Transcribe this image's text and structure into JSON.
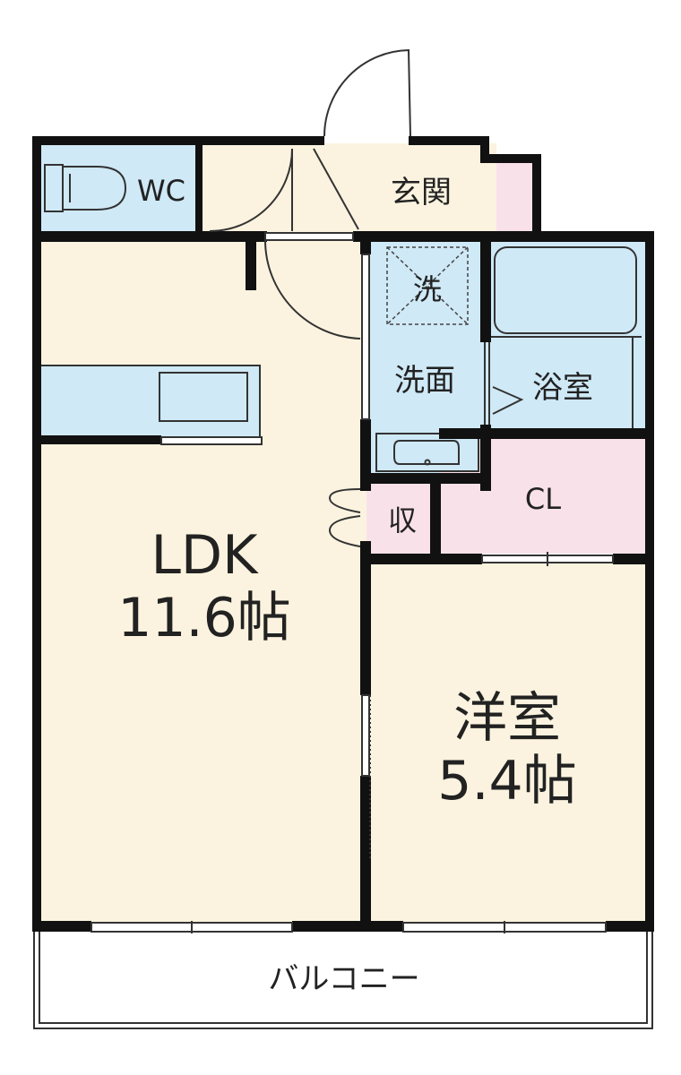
{
  "rooms": {
    "wc": "WC",
    "genkan": "玄関",
    "sentaku": "洗",
    "senmen": "洗面",
    "yokushitsu": "浴室",
    "cl": "CL",
    "shu": "収",
    "ldk_name": "LDK",
    "ldk_size": "11.6帖",
    "yoshitsu_name": "洋室",
    "yoshitsu_size": "5.4帖",
    "balcony": "バルコニー"
  },
  "colors": {
    "floor": "#fbf3df",
    "wet": "#cfe9f6",
    "pink": "#f9e1ea",
    "wall": "#111111"
  }
}
